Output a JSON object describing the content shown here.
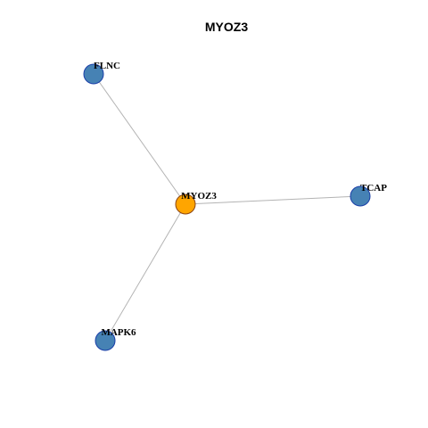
{
  "title": "MYOZ3",
  "colors": {
    "hub_fill": "#FFA500",
    "hub_stroke": "#8B4513",
    "neighbor_fill": "#4682B4",
    "neighbor_stroke": "#1A3FA8",
    "edge": "#B3B3B3"
  },
  "network": {
    "nodes": [
      {
        "id": "MYOZ3",
        "label": "MYOZ3",
        "role": "hub"
      },
      {
        "id": "FLNC",
        "label": "FLNC",
        "role": "neighbor"
      },
      {
        "id": "TCAP",
        "label": "TCAP",
        "role": "neighbor"
      },
      {
        "id": "MAPK6",
        "label": "MAPK6",
        "role": "neighbor"
      }
    ],
    "edges": [
      {
        "source": "MYOZ3",
        "target": "FLNC"
      },
      {
        "source": "MYOZ3",
        "target": "TCAP"
      },
      {
        "source": "MYOZ3",
        "target": "MAPK6"
      }
    ]
  }
}
